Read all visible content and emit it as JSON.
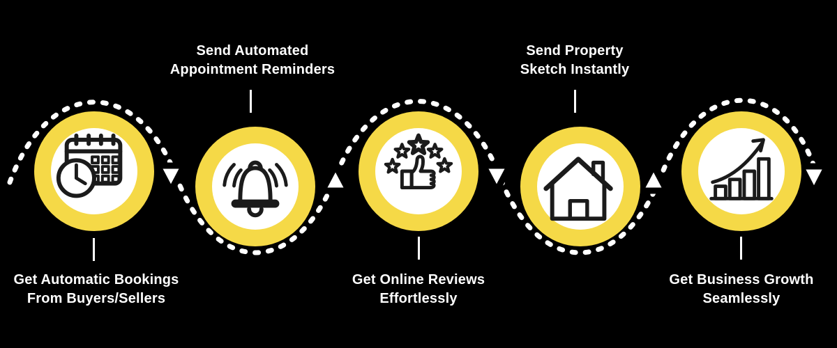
{
  "meta": {
    "description": "Real estate automation workflow infographic with five circular steps connected by a dotted wave with arrows"
  },
  "colors": {
    "background": "#000000",
    "ring_yellow": "#F5D947",
    "circle_white": "#FFFFFF",
    "icon_ink": "#1B1B1B",
    "text_white": "#FFFFFF"
  },
  "steps": [
    {
      "icon": "calendar-clock-icon",
      "label_position": "below",
      "line1": "Get Automatic Bookings",
      "line2": "From Buyers/Sellers"
    },
    {
      "icon": "bell-icon",
      "label_position": "above",
      "line1": "Send Automated",
      "line2": "Appointment Reminders"
    },
    {
      "icon": "reviews-thumbs-up-icon",
      "label_position": "below",
      "line1": "Get Online Reviews",
      "line2": "Effortlessly"
    },
    {
      "icon": "house-icon",
      "label_position": "above",
      "line1": "Send Property",
      "line2": "Sketch Instantly"
    },
    {
      "icon": "growth-chart-icon",
      "label_position": "below",
      "line1": "Get Business Growth",
      "line2": "Seamlessly"
    }
  ],
  "flow": {
    "style": "dotted-wave",
    "arrow_directions": [
      "down",
      "up",
      "down",
      "up",
      "down"
    ]
  }
}
